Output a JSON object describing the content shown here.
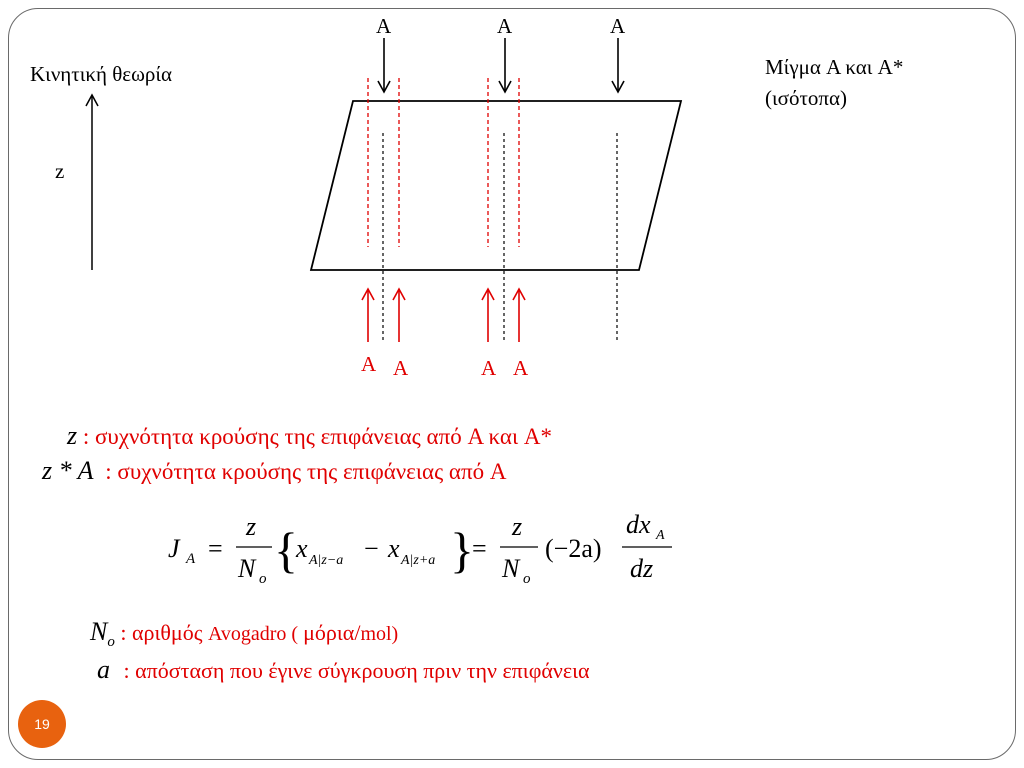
{
  "labels": {
    "title": "Κινητική θεωρία",
    "z_axis": "z",
    "mixture_line1": "Μίγμα A και A*",
    "mixture_line2": "(ισότοπα)"
  },
  "particles_top": [
    "A",
    "A",
    "A"
  ],
  "particles_bottom": [
    "A",
    "A",
    "A",
    "A"
  ],
  "definitions": {
    "z_symbol": "z",
    "z_text": ": συχνότητα κρούσης της επιφάνειας από A και A*",
    "zstar_symbol": "z * A",
    "zstar_text": ": συχνότητα κρούσης της επιφάνειας από A",
    "No_symbol": "N",
    "No_sub": "o",
    "No_text_1": ": αριθμός ",
    "No_text_2": "Avogadro ( ",
    "No_text_3": "μόρια/",
    "No_text_4": "mol)",
    "a_symbol": "a",
    "a_text": ": απόσταση που έγινε σύγκρουση πριν την επιφάνεια"
  },
  "equation": {
    "J": "J",
    "J_sub": "A",
    "eq": "=",
    "z": "z",
    "N": "N",
    "o": "o",
    "x1": "x",
    "x1_sub": "A|z−a",
    "minus": "−",
    "x2": "x",
    "x2_sub": "A|z+a",
    "factor": "(−2a)",
    "dx": "dx",
    "dx_sub": "A",
    "dz": "dz"
  },
  "slide_number": "19",
  "colors": {
    "red": "#e00000",
    "badge": "#e8620f"
  }
}
